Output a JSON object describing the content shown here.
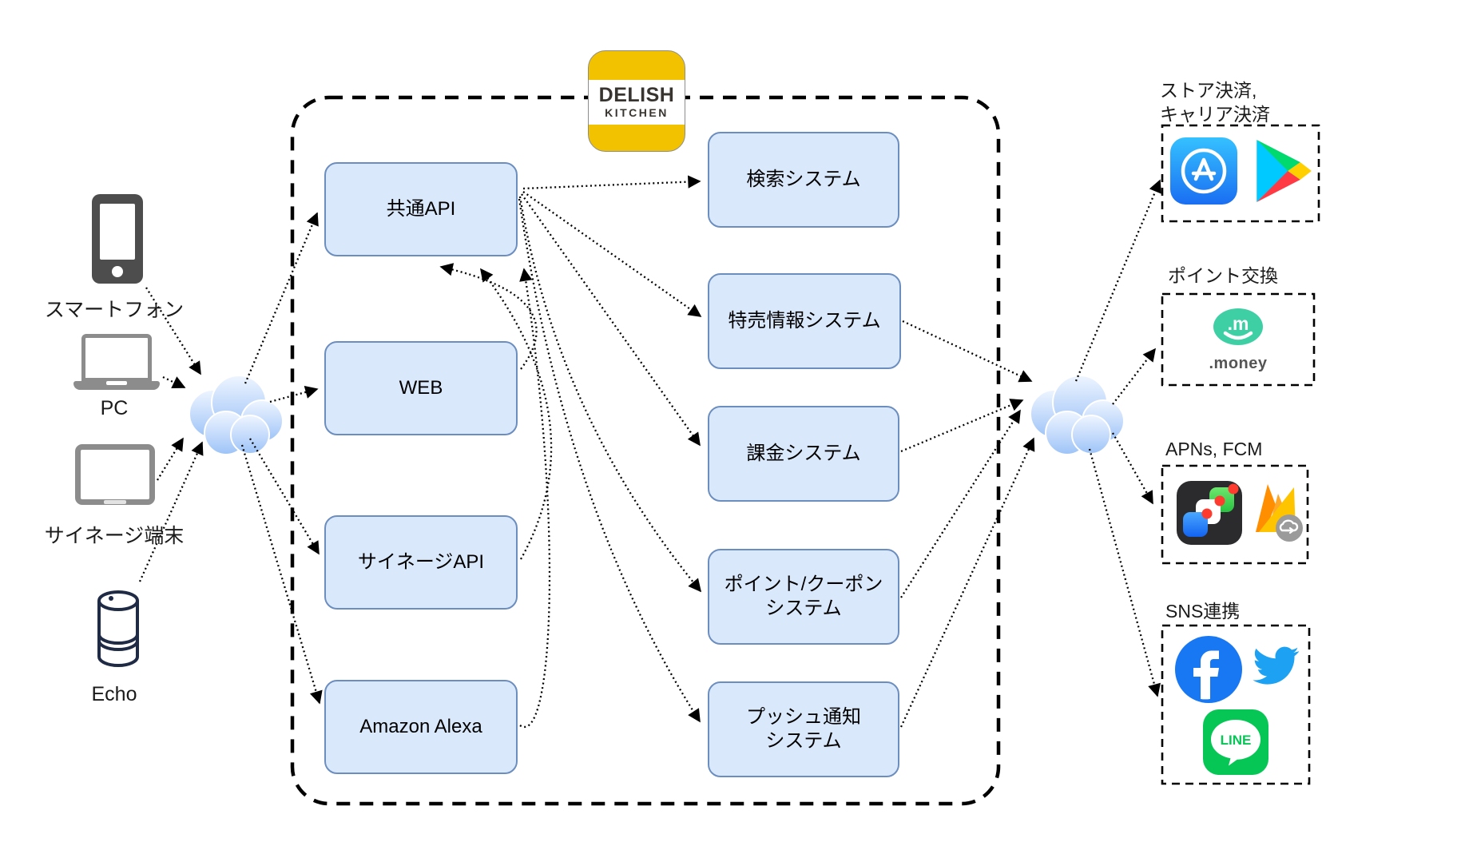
{
  "logo": {
    "line1": "DELISH",
    "line2": "KITCHEN"
  },
  "clients": {
    "smartphone_label": "スマートフォン",
    "pc_label": "PC",
    "signage_label": "サイネージ端末",
    "echo_label": "Echo"
  },
  "frontends": {
    "common_api": "共通API",
    "web": "WEB",
    "signage_api": "サイネージAPI",
    "alexa": "Amazon Alexa"
  },
  "systems": {
    "search": "検索システム",
    "sale_info": "特売情報システム",
    "billing": "課金システム",
    "point_coupon_line1": "ポイント/クーポン",
    "point_coupon_line2": "システム",
    "push_line1": "プッシュ通知",
    "push_line2": "システム"
  },
  "externals": {
    "store_payment_line1": "ストア決済,",
    "store_payment_line2": "キャリア決済",
    "point_exchange_label": "ポイント交換",
    "push_services_label": "APNs, FCM",
    "sns_label": "SNS連携",
    "money_mark": ".m",
    "money_text": ".money",
    "line_text": "LINE"
  },
  "colors": {
    "node_fill": "#dae8fc",
    "node_border": "#6c8ebf",
    "cloud_blue": "#a9ccf8",
    "logo_yellow": "#f2c200",
    "appstore_blue": "#1a71f2",
    "play_cyan": "#00c9ff",
    "play_green": "#00d96e",
    "play_red": "#ff3a44",
    "play_yellow": "#ffcf00",
    "money_green": "#3fcfa4",
    "firebase_amber": "#ffc400",
    "facebook_blue": "#1877f2",
    "twitter_blue": "#1da1f2",
    "line_green": "#06c755"
  }
}
